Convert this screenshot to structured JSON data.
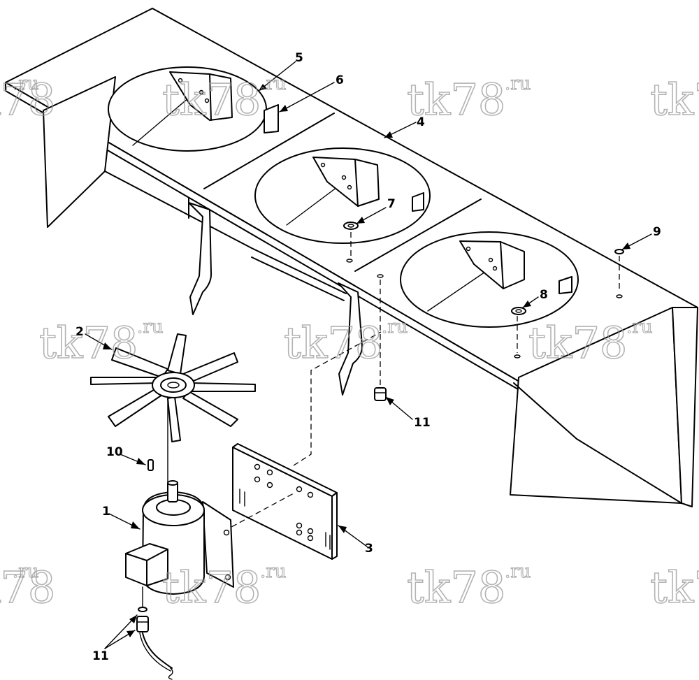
{
  "watermark": {
    "text": "tk78",
    "suffix": ".ru"
  },
  "callouts": {
    "c1": "1",
    "c2": "2",
    "c3": "3",
    "c4": "4",
    "c5": "5",
    "c6": "6",
    "c7": "7",
    "c8": "8",
    "c9": "9",
    "c10": "10",
    "c11a": "11",
    "c11b": "11"
  },
  "colors": {
    "line": "#000000",
    "background": "#ffffff",
    "watermark": "#9a9a9a"
  }
}
